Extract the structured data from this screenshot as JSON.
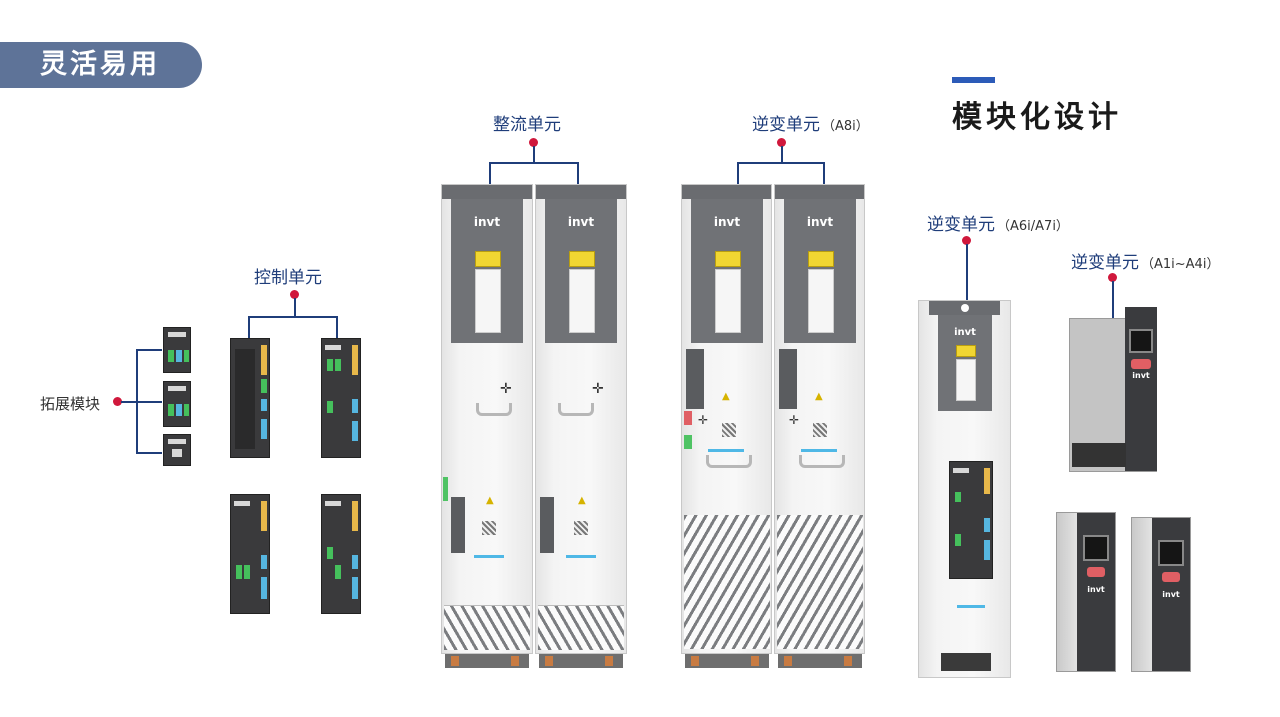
{
  "banner": {
    "title": "灵活易用"
  },
  "heading": {
    "title": "模块化设计"
  },
  "labels": {
    "rectifier": "整流单元",
    "inverter_a8i": "逆变单元",
    "inverter_a8i_model": "（A8i）",
    "inverter_a6i": "逆变单元",
    "inverter_a6i_model": "（A6i/A7i）",
    "inverter_a1i": "逆变单元",
    "inverter_a1i_model": "（A1i~A4i）",
    "control": "控制单元",
    "expansion": "拓展模块"
  },
  "brand": "invt",
  "colors": {
    "banner": "#5e7398",
    "accent": "#2c5bb8",
    "label": "#1f3d7a",
    "dot": "#d0183c"
  }
}
